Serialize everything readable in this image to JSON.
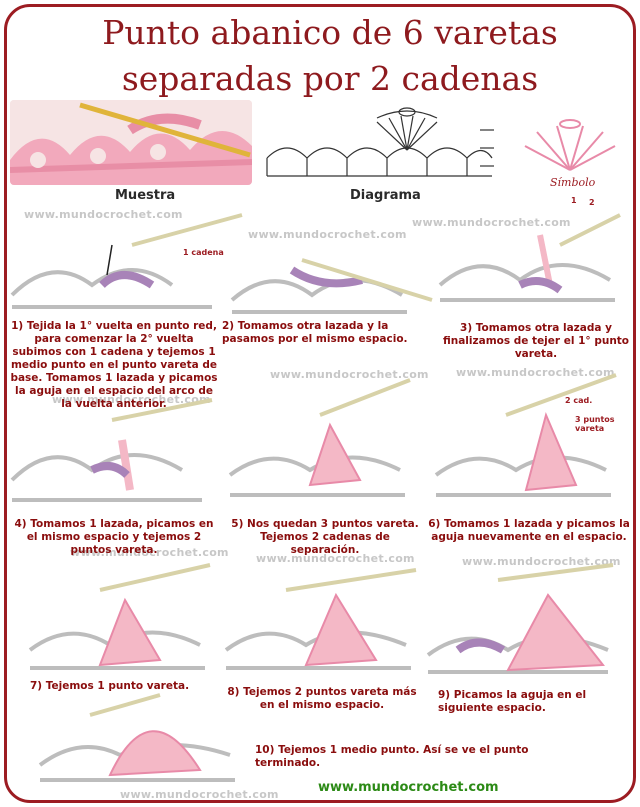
{
  "title_line1": "Punto abanico de 6 varetas",
  "title_line2": "separadas por 2 cadenas",
  "label_muestra": "Muestra",
  "label_diagrama": "Diagrama",
  "label_simbolo": "Símbolo",
  "watermark": "www.mundocrochet.com",
  "footer_url": "www.mundocrochet.com",
  "notes": {
    "cadena": "1 cadena",
    "dos_cad": "2 cad.",
    "tres_puntos": "3 puntos vareta",
    "arrow_1": "1",
    "arrow_2": "2"
  },
  "steps": [
    "1) Tejida la 1° vuelta en punto red, para comenzar la 2° vuelta subimos con 1 cadena y tejemos 1 medio punto en el punto vareta de base. Tomamos 1 lazada y picamos la aguja en el espacio del arco de la vuelta anterior.",
    "2) Tomamos otra lazada y la pasamos por el mismo espacio.",
    "3) Tomamos otra lazada y finalizamos de tejer el 1° punto vareta.",
    "4) Tomamos 1 lazada, picamos en el mismo espacio y tejemos 2 puntos vareta.",
    "5) Nos quedan 3 puntos vareta. Tejemos 2 cadenas de separación.",
    "6) Tomamos 1 lazada y picamos la aguja nuevamente en el espacio.",
    "7) Tejemos 1 punto vareta.",
    "8) Tejemos 2 puntos vareta más en el mismo espacio.",
    "9) Picamos la aguja en el siguiente espacio.",
    "10) Tejemos 1 medio punto. Así se ve el punto terminado."
  ],
  "colors": {
    "frame": "#9c1c22",
    "title": "#8e1a1e",
    "caption": "#8a0d0d",
    "footer": "#2c8a16",
    "yarn_pink": "#f4b8c6",
    "yarn_purple": "#a883b8",
    "hook": "#d8d2a8"
  }
}
